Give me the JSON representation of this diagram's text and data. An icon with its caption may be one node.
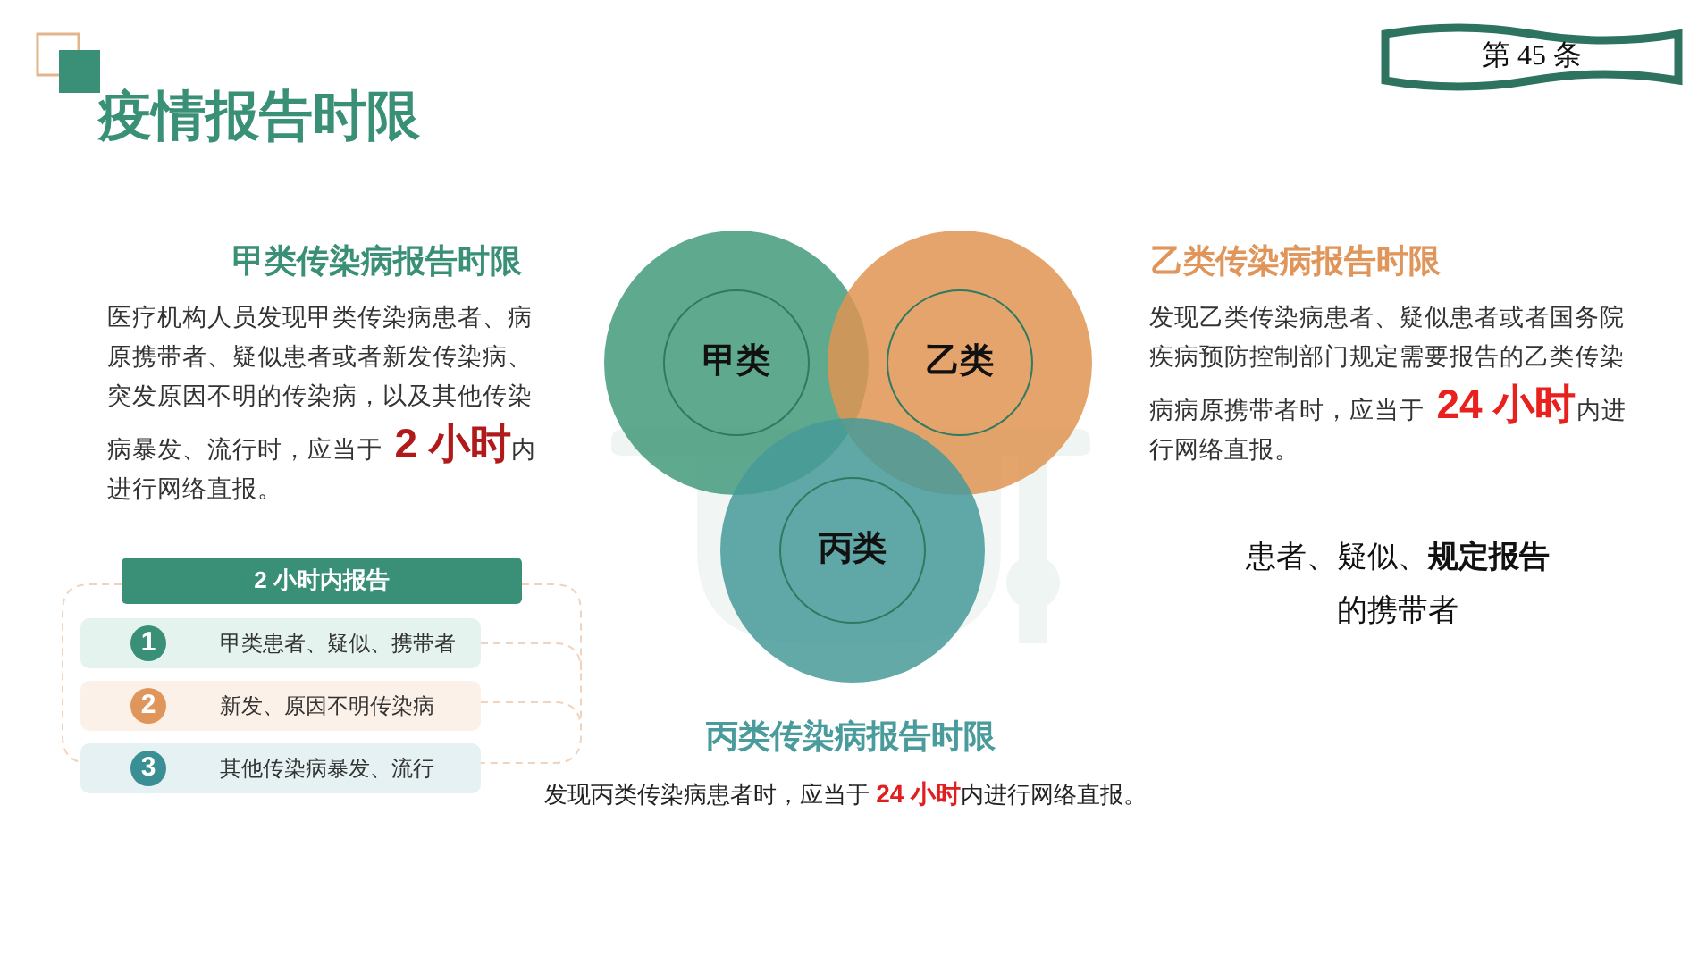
{
  "diagram": {
    "title": "疫情报告时限",
    "nodes": [
      {
        "text": [
          "第 45 条"
        ]
      },
      {
        "text": [
          "甲类"
        ]
      },
      {
        "text": [
          "乙类"
        ]
      },
      {
        "text": [
          "丙类"
        ]
      },
      {
        "text": [
          "2 小时内报告"
        ]
      },
      {
        "text": [
          "1",
          "甲类患者、疑似、携带者"
        ]
      },
      {
        "text": [
          "2",
          "新发、原因不明传染病"
        ]
      },
      {
        "text": [
          "3",
          "其他传染病暴发、流行"
        ]
      }
    ],
    "labels": [
      "甲类传染病报告时限",
      "医疗机构人员发现甲类传染病患者、病原携带者、疑似患者或者新发传染病、突发原因不明的传染病，以及其他传染病暴发、流行时，应当于 **2 小时**内进行网络直报。",
      "乙类传染病报告时限",
      "发现乙类传染病患者、疑似患者或者国务院疾病预防控制部门规定需要报告的乙类传染病病原携带者时，应当于 **24 小时**内进行网络直报。",
      "患者、疑似、**规定报告**的携带者",
      "丙类传染病报告时限",
      "发现丙类传染病患者时，应当于 **24 小时**内进行网络直报。"
    ]
  }
}
